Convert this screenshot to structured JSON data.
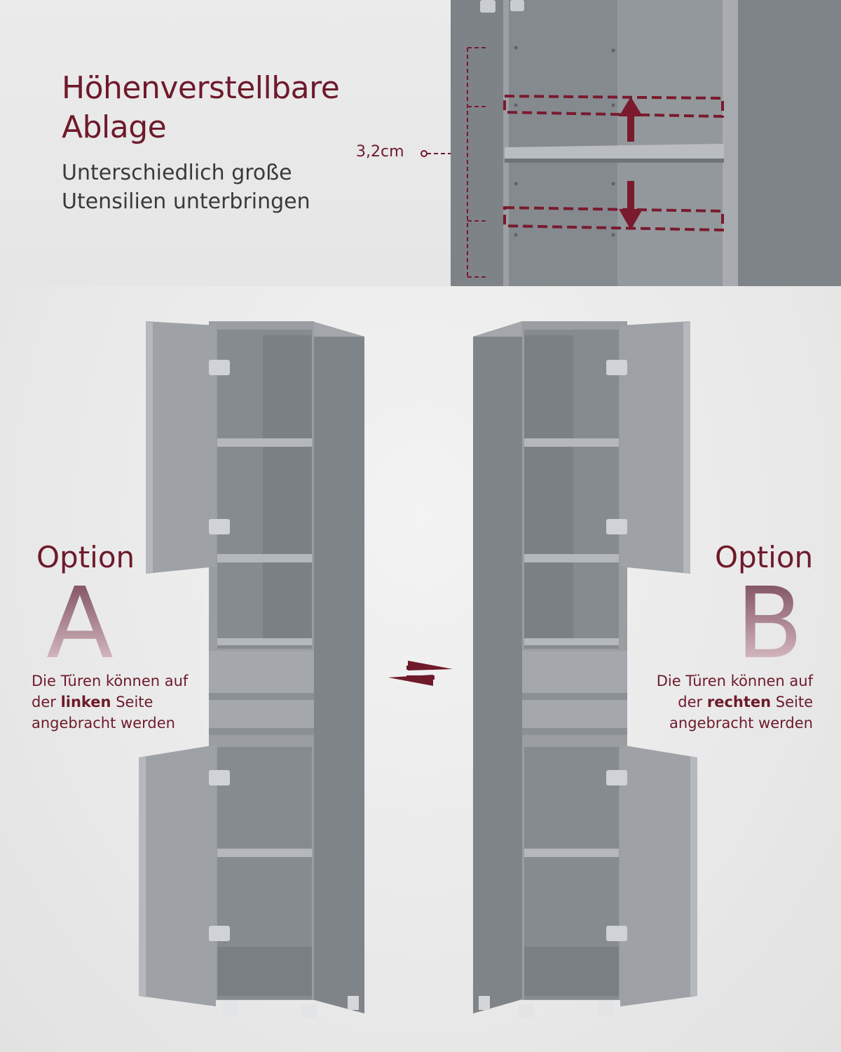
{
  "header": {
    "title_line1": "Höhenverstellbare",
    "title_line2": "Ablage",
    "subtitle_line1": "Unterschiedlich große",
    "subtitle_line2": "Utensilien unterbringen",
    "dimension": "3,2cm"
  },
  "option_a": {
    "label": "Option",
    "letter": "A",
    "desc_line1": "Die Türen können auf",
    "desc_prefix": "der ",
    "desc_bold": "linken",
    "desc_suffix": " Seite",
    "desc_line3": "angebracht werden"
  },
  "option_b": {
    "label": "Option",
    "letter": "B",
    "desc_line1": "Die Türen können auf",
    "desc_prefix": "der ",
    "desc_bold": "rechten",
    "desc_suffix": " Seite",
    "desc_line3": "angebracht werden"
  },
  "colors": {
    "accent": "#6e1a2a",
    "cabinet": "#8e9398",
    "cabinet_dark": "#7c8186",
    "cabinet_light": "#a9adb1"
  }
}
